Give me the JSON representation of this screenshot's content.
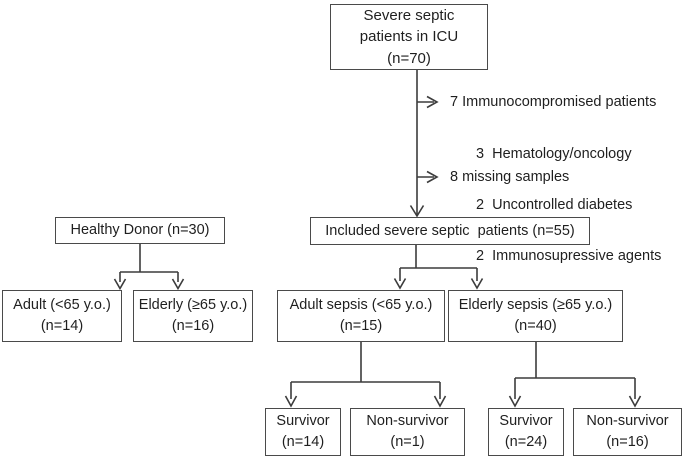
{
  "colors": {
    "line": "#3c3c3c",
    "box_border": "#4a4a4a",
    "text": "#1f1f1f",
    "background": "#ffffff"
  },
  "boxes": {
    "icu": {
      "line1": "Severe septic",
      "line2": "patients in ICU",
      "line3": "(n=70)"
    },
    "included": {
      "line1": "Included severe septic  patients (n=55)"
    },
    "healthy_donor": {
      "line1": "Healthy Donor (n=30)"
    },
    "adult_healthy": {
      "line1": "Adult (<65 y.o.)",
      "line2": "(n=14)"
    },
    "elderly_healthy": {
      "line1": "Elderly (≥65 y.o.)",
      "line2": "(n=16)"
    },
    "adult_sepsis": {
      "line1": "Adult sepsis (<65 y.o.)",
      "line2": "(n=15)"
    },
    "elderly_sepsis": {
      "line1": "Elderly sepsis (≥65 y.o.)",
      "line2": "(n=40)"
    },
    "adult_survivor": {
      "line1": "Survivor",
      "line2": "(n=14)"
    },
    "adult_nonsurvivor": {
      "line1": "Non-survivor",
      "line2": "(n=1)"
    },
    "elderly_survivor": {
      "line1": "Survivor",
      "line2": "(n=24)"
    },
    "elderly_nonsurvivor": {
      "line1": "Non-survivor",
      "line2": "(n=16)"
    }
  },
  "exclusions": {
    "immunocompromised": {
      "label": "7 Immunocompromised patients",
      "items": [
        "3  Hematology/oncology",
        "2  Uncontrolled diabetes",
        "2  Immunosupressive agents"
      ]
    },
    "missing_samples": "8 missing samples"
  }
}
